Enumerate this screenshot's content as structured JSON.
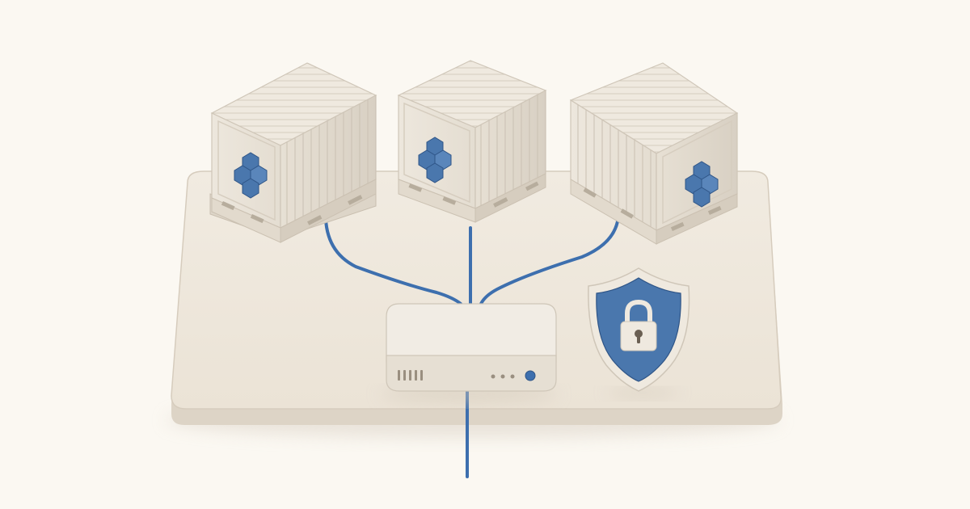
{
  "scene": {
    "containers": [
      {
        "name": "container-left",
        "icon": "cubes-icon"
      },
      {
        "name": "container-middle",
        "icon": "cubes-icon"
      },
      {
        "name": "container-right",
        "icon": "cubes-icon"
      }
    ],
    "hub": {
      "name": "network-switch",
      "status_light": "on"
    },
    "security": {
      "name": "shield-lock",
      "icon": "padlock-icon"
    }
  },
  "colors": {
    "background": "#fbf8f2",
    "platform": "#ece4d8",
    "container": "#e8e1d6",
    "cable": "#3d6fae",
    "accent_blue": "#4a77ad"
  }
}
